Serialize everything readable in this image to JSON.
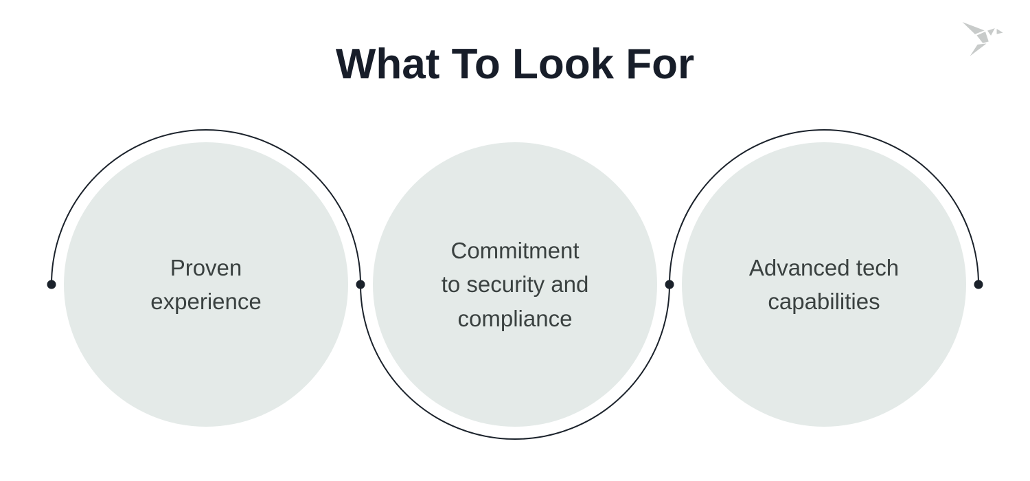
{
  "page": {
    "background_color": "#ffffff"
  },
  "header": {
    "title": "What To Look For",
    "title_color": "#171d29"
  },
  "logo": {
    "icon": "origami-bird-icon",
    "color": "#c8cbca"
  },
  "diagram": {
    "circle_fill": "#e4eae8",
    "connector_color": "#1b222b",
    "text_color": "#3a4140",
    "items": [
      {
        "label": "Proven\nexperience"
      },
      {
        "label": "Commitment\nto security and\ncompliance"
      },
      {
        "label": "Advanced tech\ncapabilities"
      }
    ]
  }
}
